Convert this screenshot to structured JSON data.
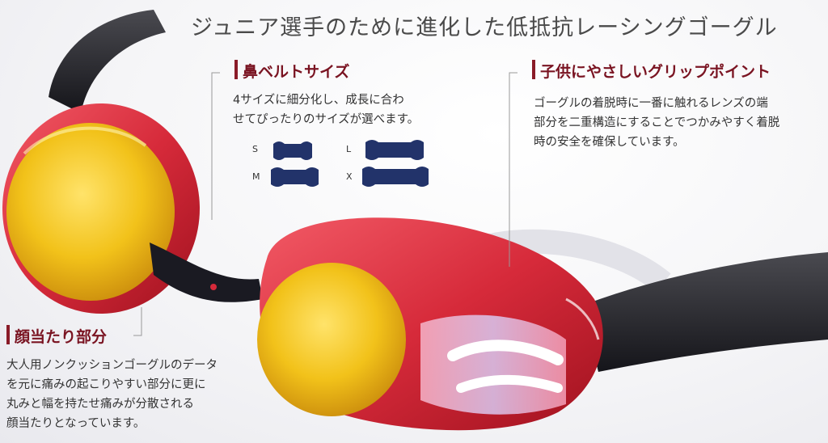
{
  "headline": "ジュニア選手のために進化した低抵抗レーシングゴーグル",
  "callouts": {
    "nose_belt": {
      "title": "鼻ベルトサイズ",
      "body": "4サイズに細分化し、成長に合わ\nせてぴったりのサイズが選べます。",
      "sizes": [
        "S",
        "L",
        "M",
        "X"
      ]
    },
    "grip": {
      "title": "子供にやさしいグリップポイント",
      "body": "ゴーグルの着脱時に一番に触れるレンズの端\n部分を二重構造にすることでつかみやすく着脱\n時の安全を確保しています。"
    },
    "face_contact": {
      "title": "顔当たり部分",
      "body": "大人用ノンクッションゴーグルのデータ\nを元に痛みの起こりやすい部分に更に\n丸みと幅を持たせ痛みが分散される\n顔当たりとなっています。"
    }
  },
  "colors": {
    "accent": "#8a1b28",
    "lens_frame": "#d62a3a",
    "lens_mirror": "#f2c21a",
    "strap": "#2a2a2e",
    "nose_piece": "#1f2d5c"
  }
}
